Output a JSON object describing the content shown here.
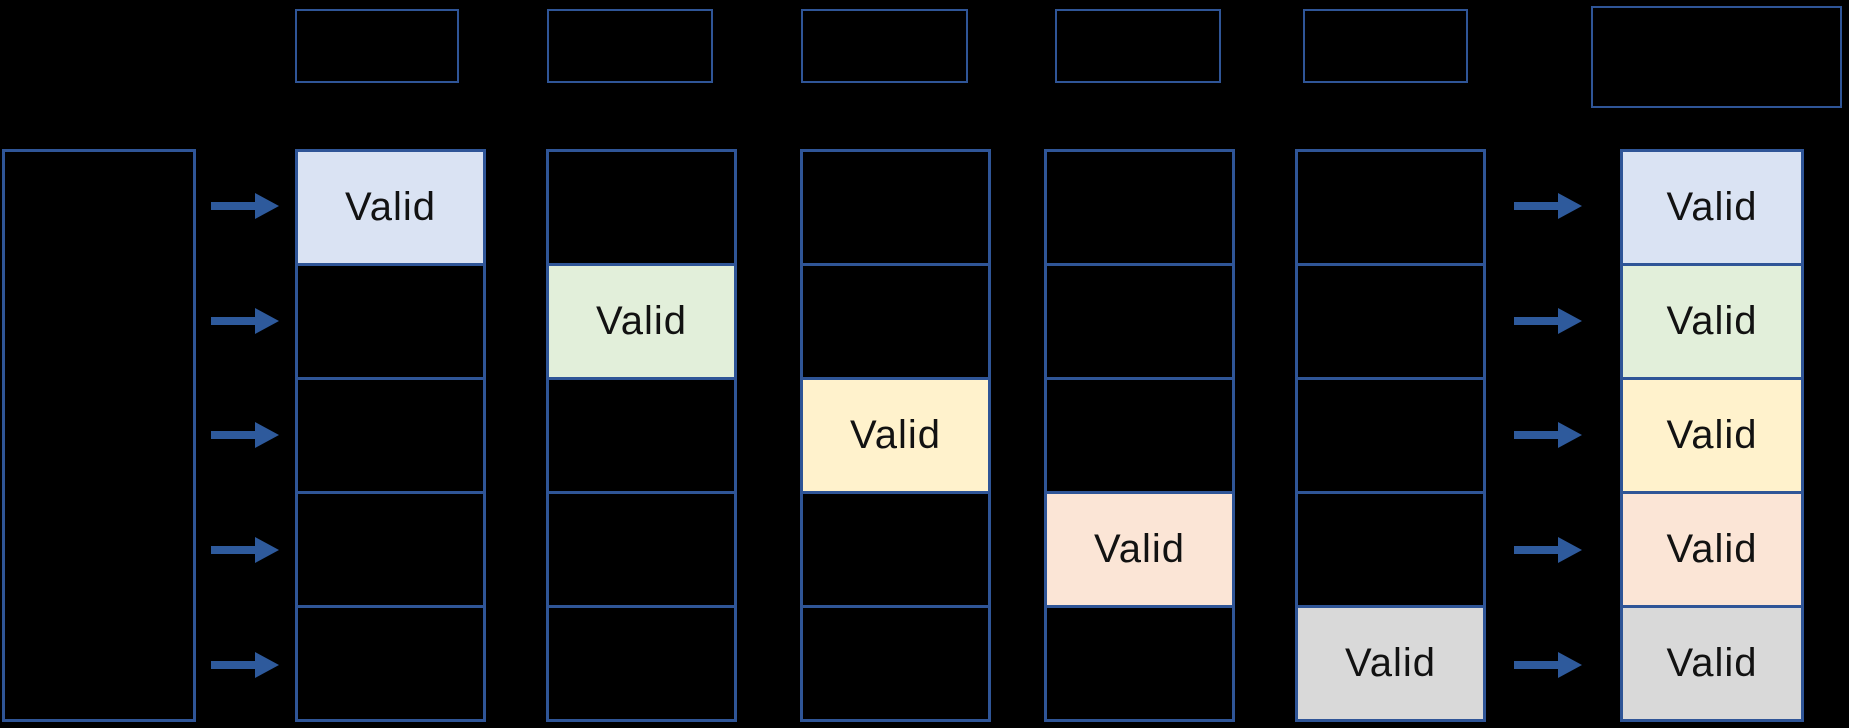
{
  "diagram": {
    "colors": {
      "background": "#000000",
      "box_border": "#2f5597",
      "arrow": "#2e5a9c",
      "cell_text": "#121212",
      "way_fills": [
        "#dae3f3",
        "#e2efda",
        "#fff2cc",
        "#fbe5d6",
        "#d9d9d9"
      ]
    },
    "way_columns": [
      {
        "valid_row": 1,
        "valid_label": "Valid",
        "fill": "#dae3f3"
      },
      {
        "valid_row": 2,
        "valid_label": "Valid",
        "fill": "#e2efda"
      },
      {
        "valid_row": 3,
        "valid_label": "Valid",
        "fill": "#fff2cc"
      },
      {
        "valid_row": 4,
        "valid_label": "Valid",
        "fill": "#fbe5d6"
      },
      {
        "valid_row": 5,
        "valid_label": "Valid",
        "fill": "#d9d9d9"
      }
    ],
    "output_column": {
      "cells": [
        {
          "label": "Valid",
          "fill": "#dae3f3"
        },
        {
          "label": "Valid",
          "fill": "#e2efda"
        },
        {
          "label": "Valid",
          "fill": "#fff2cc"
        },
        {
          "label": "Valid",
          "fill": "#fbe5d6"
        },
        {
          "label": "Valid",
          "fill": "#d9d9d9"
        }
      ]
    }
  }
}
